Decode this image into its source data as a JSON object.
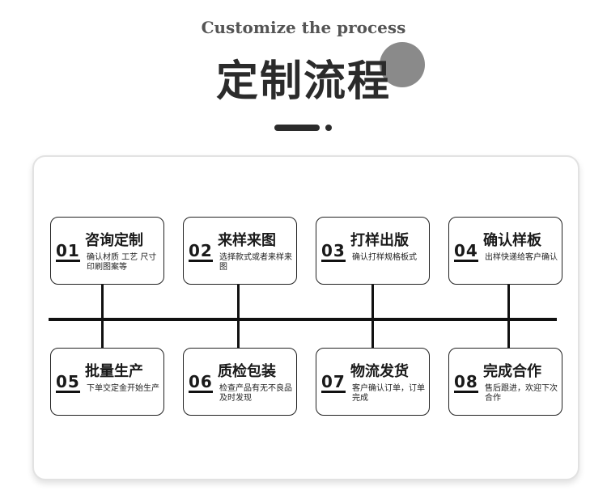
{
  "header": {
    "subtitle": "Customize the process",
    "title": "定制流程"
  },
  "steps": [
    {
      "num": "01",
      "name": "咨询定制",
      "desc": "确认材质 工艺 尺寸 印刷图案等"
    },
    {
      "num": "02",
      "name": "来样来图",
      "desc": "选择款式或者来样来图"
    },
    {
      "num": "03",
      "name": "打样出版",
      "desc": "确认打样规格板式"
    },
    {
      "num": "04",
      "name": "确认样板",
      "desc": "出样快递给客户确认"
    },
    {
      "num": "05",
      "name": "批量生产",
      "desc": "下单交定金开始生产"
    },
    {
      "num": "06",
      "name": "质检包装",
      "desc": "检查产品有无不良品及时发现"
    },
    {
      "num": "07",
      "name": "物流发货",
      "desc": "客户确认订单，订单完成"
    },
    {
      "num": "08",
      "name": "完成合作",
      "desc": "售后跟进，欢迎下次合作"
    }
  ]
}
